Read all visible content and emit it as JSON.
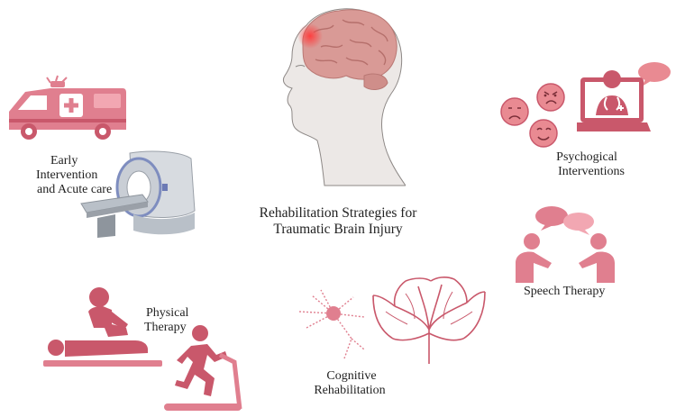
{
  "title": {
    "line1": "Rehabilitation Strategies for",
    "line2": "Traumatic Brain Injury"
  },
  "sections": {
    "early": {
      "line1": "Early",
      "line2": "Intervention",
      "line3": "and Acute care"
    },
    "psych": {
      "line1": "Psychogical",
      "line2": "Interventions"
    },
    "speech": {
      "line1": "Speech Therapy"
    },
    "physical": {
      "line1": "Physical",
      "line2": "Therapy"
    },
    "cognitive": {
      "line1": "Cognitive",
      "line2": "Rehabilitation"
    }
  },
  "colors": {
    "pink": "#e07f8f",
    "pink_dark": "#c9586b",
    "pink_light": "#f2a7b2",
    "skin": "#e9e5e3",
    "brain": "#d99a96",
    "gray": "#9aa0a8"
  },
  "icons": [
    "head-brain-icon",
    "ambulance-icon",
    "mri-scanner-icon",
    "laptop-doctor-icon",
    "emotion-faces-icon",
    "speech-people-icon",
    "massage-therapy-icon",
    "treadmill-runner-icon",
    "neuron-icon",
    "dendrite-tree-icon"
  ]
}
